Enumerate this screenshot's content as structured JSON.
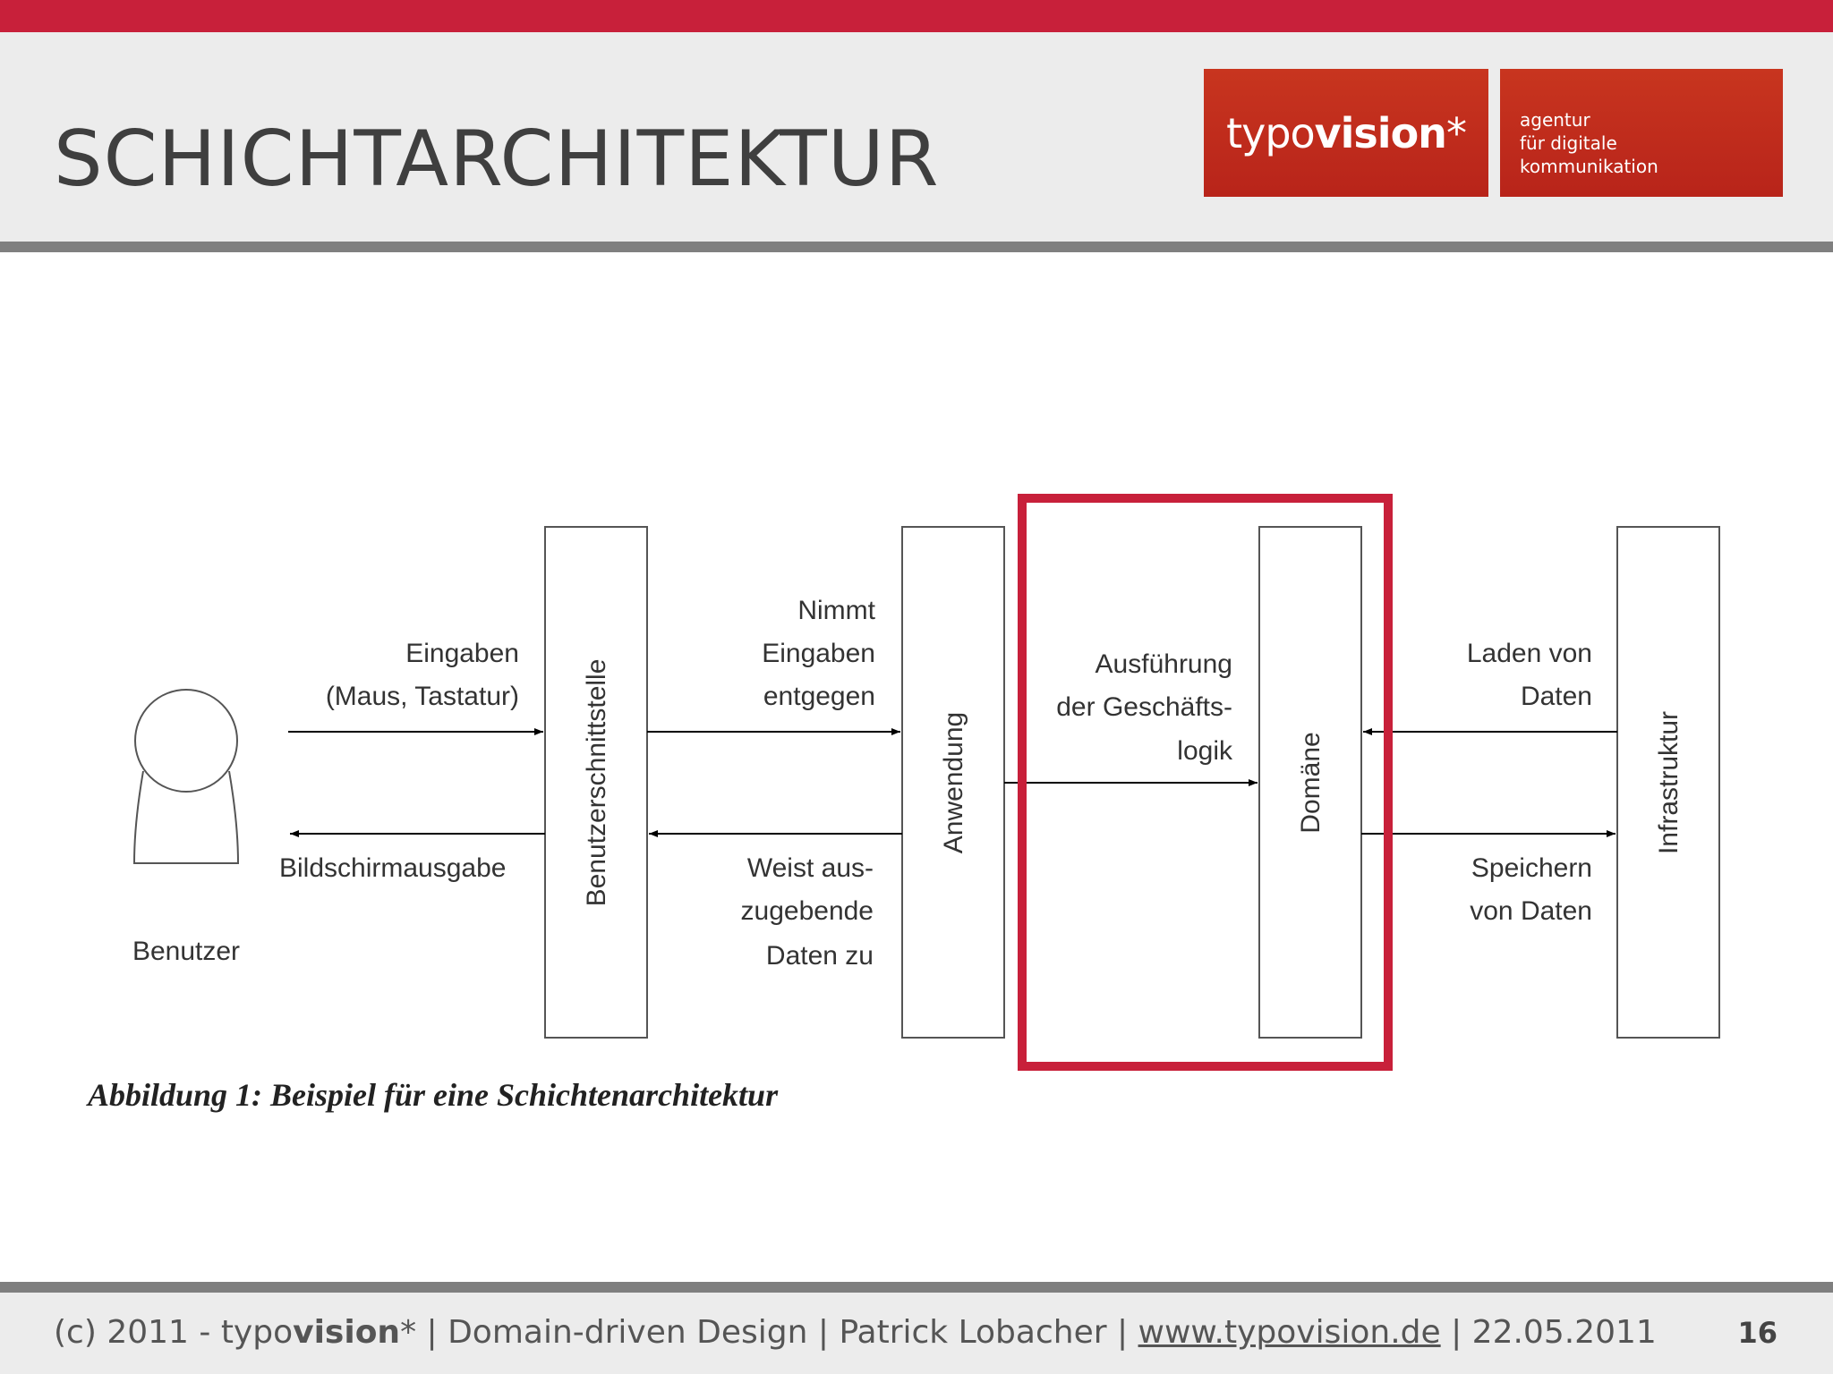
{
  "slide": {
    "title": "SCHICHTARCHITEKTUR",
    "page_number": "16"
  },
  "logo": {
    "name_light": "typo",
    "name_bold": "vision",
    "asterisk": "*",
    "tagline": [
      "agentur",
      "für digitale",
      "kommunikation"
    ]
  },
  "diagram": {
    "actor_label": "Benutzer",
    "layers": [
      "Benutzerschnittstelle",
      "Anwendung",
      "Domäne",
      "Infrastruktur"
    ],
    "input_label": [
      "Eingaben",
      "(Maus, Tastatur)"
    ],
    "output_label": "Bildschirmausgabe",
    "accept_label": [
      "Nimmt",
      "Eingaben",
      "entgegen"
    ],
    "assign_label": [
      "Weist aus-",
      "zugebende",
      "Daten zu"
    ],
    "exec_label": [
      "Ausführung",
      "der Geschäfts-",
      "logik"
    ],
    "load_label": [
      "Laden von",
      "Daten"
    ],
    "save_label": [
      "Speichern",
      "von Daten"
    ],
    "caption": "Abbildung 1: Beispiel für eine Schichtenarchitektur",
    "highlight_color": "#c8203a"
  },
  "footer": {
    "prefix": "(c) 2011 - typo",
    "brand_bold": "vision",
    "mid": "* | Domain-driven Design | Patrick Lobacher | ",
    "link": "www.typovision.de",
    "suffix": " | 22.05.2011"
  },
  "colors": {
    "accent_red": "#c8203a",
    "rule_gray": "#7f7f7f",
    "band_gray": "#ececec"
  }
}
